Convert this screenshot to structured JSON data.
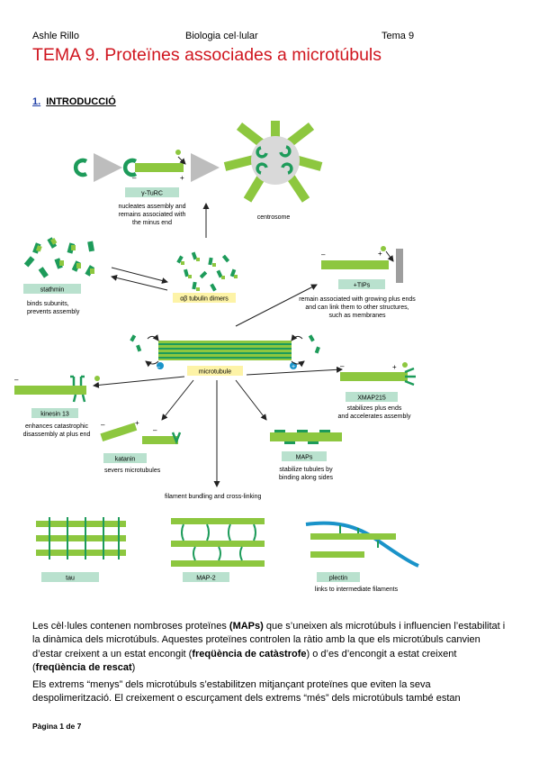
{
  "header": {
    "author": "Ashle Rillo",
    "subject": "Biologia cel·lular",
    "topic": "Tema 9"
  },
  "title": "TEMA 9. Proteïnes associades a microtúbuls",
  "section": {
    "number": "1.",
    "label": "INTRODUCCIÓ"
  },
  "figure": {
    "gamma_turc": {
      "label": "γ-TuRC",
      "desc": [
        "nucleates assembly and",
        "remains associated with",
        "the minus end"
      ]
    },
    "centrosome": "centrosome",
    "stathmin": {
      "label": "stathmin",
      "desc": [
        "binds subunits,",
        "prevents assembly"
      ]
    },
    "dimers": "αβ tubulin dimers",
    "tips": {
      "label": "+TIPs",
      "desc": [
        "remain associated with growing plus ends",
        "and can link them to other structures,",
        "such as membranes"
      ]
    },
    "microtubule": "microtubule",
    "kinesin13": {
      "label": "kinesin 13",
      "desc": [
        "enhances catastrophic",
        "disassembly at plus end"
      ]
    },
    "xmap215": {
      "label": "XMAP215",
      "desc": [
        "stabilizes plus ends",
        "and accelerates assembly"
      ]
    },
    "katanin": {
      "label": "katanin",
      "desc": [
        "severs microtubules"
      ]
    },
    "maps": {
      "label": "MAPs",
      "desc": [
        "stabilize tubules by",
        "binding along sides"
      ]
    },
    "bundling": "filament bundling and cross-linking",
    "tau": "tau",
    "map2": "MAP-2",
    "plectin": {
      "label": "plectin",
      "desc": [
        "links to intermediate filaments"
      ]
    },
    "minus": "–",
    "plus": "+"
  },
  "paragraph1": {
    "t1": "Les cèl·lules contenen nombroses proteïnes ",
    "b1": "(MAPs)",
    "t2": " que s’uneixen als microtúbuls i influencien l’estabilitat i la dinàmica dels microtúbuls. Aquestes proteïnes controlen la ràtio amb la que els microtúbuls canvien d’estar creixent a un estat encongit (",
    "b2": "freqüència de catàstrofe",
    "t3": ") o d’es d’encongit a estat creixent (",
    "b3": "freqüència de rescat",
    "t4": ")"
  },
  "paragraph2": "Els extrems “menys” dels microtúbuls s’estabilitzen mitjançant proteïnes que eviten la seva despolimerització. El creixement o escurçament dels extrems “més” dels microtúbuls també estan",
  "footer": "Pàgina 1 de 7",
  "colors": {
    "title": "#d0161f",
    "tubulin_light": "#8dc73f",
    "tubulin_dark": "#1d9b5a",
    "label_box": "#b9e1ce",
    "highlight": "#fdf3a7",
    "plectin": "#1a93c9"
  }
}
